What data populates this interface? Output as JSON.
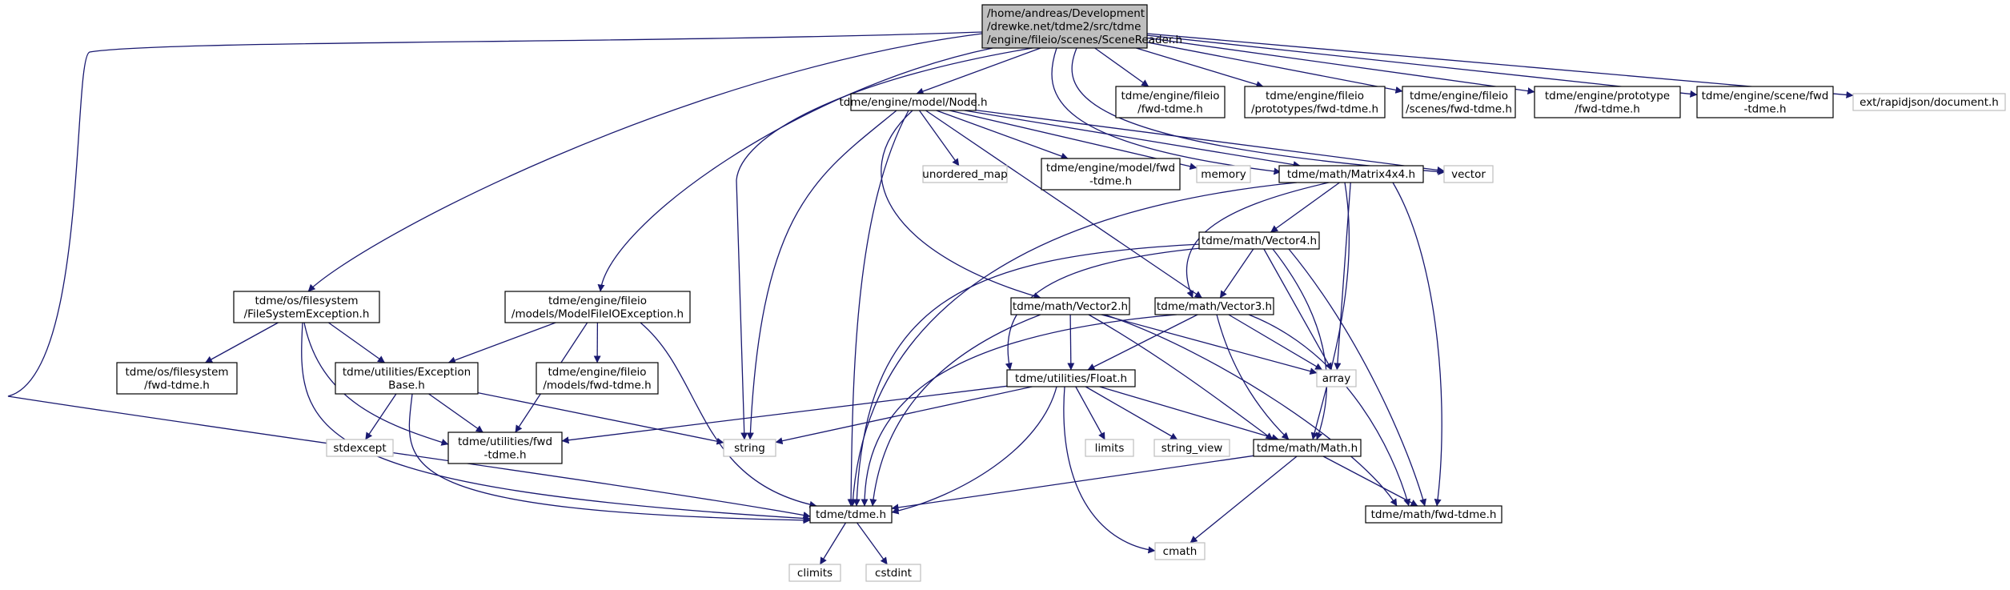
{
  "diagram": {
    "colors": {
      "edge": "#191970",
      "box_border": "#000000",
      "external_border": "#bfbfbf",
      "root_fill": "#bfbfbf",
      "node_fill": "#ffffff"
    },
    "nodes": [
      {
        "id": "scenereader",
        "kind": "root",
        "lines": [
          "/home/andreas/Development",
          "/drewke.net/tdme2/src/tdme",
          "/engine/fileio/scenes/SceneReader.h"
        ]
      },
      {
        "id": "node_h",
        "kind": "normal",
        "lines": [
          "tdme/engine/model/Node.h"
        ]
      },
      {
        "id": "fileio_fwd",
        "kind": "normal",
        "lines": [
          "tdme/engine/fileio",
          "/fwd-tdme.h"
        ]
      },
      {
        "id": "prototypes_fwd",
        "kind": "normal",
        "lines": [
          "tdme/engine/fileio",
          "/prototypes/fwd-tdme.h"
        ]
      },
      {
        "id": "scenes_fwd",
        "kind": "normal",
        "lines": [
          "tdme/engine/fileio",
          "/scenes/fwd-tdme.h"
        ]
      },
      {
        "id": "prototype_fwd",
        "kind": "normal",
        "lines": [
          "tdme/engine/prototype",
          "/fwd-tdme.h"
        ]
      },
      {
        "id": "scene_fwd",
        "kind": "normal",
        "lines": [
          "tdme/engine/scene/fwd",
          "-tdme.h"
        ]
      },
      {
        "id": "rapidjson",
        "kind": "external",
        "lines": [
          "ext/rapidjson/document.h"
        ]
      },
      {
        "id": "unordered_map",
        "kind": "external",
        "lines": [
          "unordered_map"
        ]
      },
      {
        "id": "model_fwd",
        "kind": "normal",
        "lines": [
          "tdme/engine/model/fwd",
          "-tdme.h"
        ]
      },
      {
        "id": "memory",
        "kind": "external",
        "lines": [
          "memory"
        ]
      },
      {
        "id": "matrix4x4",
        "kind": "normal",
        "lines": [
          "tdme/math/Matrix4x4.h"
        ]
      },
      {
        "id": "vector",
        "kind": "external",
        "lines": [
          "vector"
        ]
      },
      {
        "id": "vector4",
        "kind": "normal",
        "lines": [
          "tdme/math/Vector4.h"
        ]
      },
      {
        "id": "fsexception",
        "kind": "normal",
        "lines": [
          "tdme/os/filesystem",
          "/FileSystemException.h"
        ]
      },
      {
        "id": "modelfileio",
        "kind": "normal",
        "lines": [
          "tdme/engine/fileio",
          "/models/ModelFileIOException.h"
        ]
      },
      {
        "id": "vector2",
        "kind": "normal",
        "lines": [
          "tdme/math/Vector2.h"
        ]
      },
      {
        "id": "vector3",
        "kind": "normal",
        "lines": [
          "tdme/math/Vector3.h"
        ]
      },
      {
        "id": "os_fwd",
        "kind": "normal",
        "lines": [
          "tdme/os/filesystem",
          "/fwd-tdme.h"
        ]
      },
      {
        "id": "exceptionbase",
        "kind": "normal",
        "lines": [
          "tdme/utilities/Exception",
          "Base.h"
        ]
      },
      {
        "id": "models_fwd",
        "kind": "normal",
        "lines": [
          "tdme/engine/fileio",
          "/models/fwd-tdme.h"
        ]
      },
      {
        "id": "array",
        "kind": "external",
        "lines": [
          "array"
        ]
      },
      {
        "id": "float_h",
        "kind": "normal",
        "lines": [
          "tdme/utilities/Float.h"
        ]
      },
      {
        "id": "stdexcept",
        "kind": "external",
        "lines": [
          "stdexcept"
        ]
      },
      {
        "id": "utilities_fwd",
        "kind": "normal",
        "lines": [
          "tdme/utilities/fwd",
          "-tdme.h"
        ]
      },
      {
        "id": "string",
        "kind": "external",
        "lines": [
          "string"
        ]
      },
      {
        "id": "limits",
        "kind": "external",
        "lines": [
          "limits"
        ]
      },
      {
        "id": "string_view",
        "kind": "external",
        "lines": [
          "string_view"
        ]
      },
      {
        "id": "math_h",
        "kind": "normal",
        "lines": [
          "tdme/math/Math.h"
        ]
      },
      {
        "id": "tdme_h",
        "kind": "normal",
        "lines": [
          "tdme/tdme.h"
        ]
      },
      {
        "id": "cmath",
        "kind": "external",
        "lines": [
          "cmath"
        ]
      },
      {
        "id": "math_fwd",
        "kind": "normal",
        "lines": [
          "tdme/math/fwd-tdme.h"
        ]
      },
      {
        "id": "climits",
        "kind": "external",
        "lines": [
          "climits"
        ]
      },
      {
        "id": "cstdint",
        "kind": "external",
        "lines": [
          "cstdint"
        ]
      }
    ],
    "edges": [
      [
        "scenereader",
        "node_h"
      ],
      [
        "scenereader",
        "fileio_fwd"
      ],
      [
        "scenereader",
        "prototypes_fwd"
      ],
      [
        "scenereader",
        "scenes_fwd"
      ],
      [
        "scenereader",
        "prototype_fwd"
      ],
      [
        "scenereader",
        "scene_fwd"
      ],
      [
        "scenereader",
        "rapidjson"
      ],
      [
        "scenereader",
        "fsexception"
      ],
      [
        "scenereader",
        "modelfileio"
      ],
      [
        "scenereader",
        "string"
      ],
      [
        "scenereader",
        "tdme_h"
      ],
      [
        "scenereader",
        "vector"
      ],
      [
        "scenereader",
        "matrix4x4"
      ],
      [
        "node_h",
        "unordered_map"
      ],
      [
        "node_h",
        "model_fwd"
      ],
      [
        "node_h",
        "memory"
      ],
      [
        "node_h",
        "matrix4x4"
      ],
      [
        "node_h",
        "vector"
      ],
      [
        "node_h",
        "vector2"
      ],
      [
        "node_h",
        "vector3"
      ],
      [
        "node_h",
        "string"
      ],
      [
        "node_h",
        "tdme_h"
      ],
      [
        "matrix4x4",
        "vector4"
      ],
      [
        "matrix4x4",
        "vector3"
      ],
      [
        "matrix4x4",
        "array"
      ],
      [
        "matrix4x4",
        "math_h"
      ],
      [
        "matrix4x4",
        "math_fwd"
      ],
      [
        "matrix4x4",
        "tdme_h"
      ],
      [
        "vector4",
        "vector3"
      ],
      [
        "vector4",
        "array"
      ],
      [
        "vector4",
        "math_h"
      ],
      [
        "vector4",
        "math_fwd"
      ],
      [
        "vector4",
        "float_h"
      ],
      [
        "vector4",
        "tdme_h"
      ],
      [
        "vector3",
        "float_h"
      ],
      [
        "vector3",
        "array"
      ],
      [
        "vector3",
        "math_h"
      ],
      [
        "vector3",
        "math_fwd"
      ],
      [
        "vector3",
        "tdme_h"
      ],
      [
        "vector2",
        "float_h"
      ],
      [
        "vector2",
        "array"
      ],
      [
        "vector2",
        "math_h"
      ],
      [
        "vector2",
        "math_fwd"
      ],
      [
        "vector2",
        "tdme_h"
      ],
      [
        "fsexception",
        "os_fwd"
      ],
      [
        "fsexception",
        "exceptionbase"
      ],
      [
        "fsexception",
        "utilities_fwd"
      ],
      [
        "fsexception",
        "tdme_h"
      ],
      [
        "modelfileio",
        "exceptionbase"
      ],
      [
        "modelfileio",
        "models_fwd"
      ],
      [
        "modelfileio",
        "utilities_fwd"
      ],
      [
        "modelfileio",
        "tdme_h"
      ],
      [
        "exceptionbase",
        "stdexcept"
      ],
      [
        "exceptionbase",
        "utilities_fwd"
      ],
      [
        "exceptionbase",
        "string"
      ],
      [
        "exceptionbase",
        "tdme_h"
      ],
      [
        "float_h",
        "limits"
      ],
      [
        "float_h",
        "string_view"
      ],
      [
        "float_h",
        "string"
      ],
      [
        "float_h",
        "utilities_fwd"
      ],
      [
        "float_h",
        "math_h"
      ],
      [
        "float_h",
        "cmath"
      ],
      [
        "float_h",
        "tdme_h"
      ],
      [
        "math_h",
        "cmath"
      ],
      [
        "math_h",
        "math_fwd"
      ],
      [
        "math_h",
        "tdme_h"
      ],
      [
        "tdme_h",
        "climits"
      ],
      [
        "tdme_h",
        "cstdint"
      ]
    ]
  }
}
